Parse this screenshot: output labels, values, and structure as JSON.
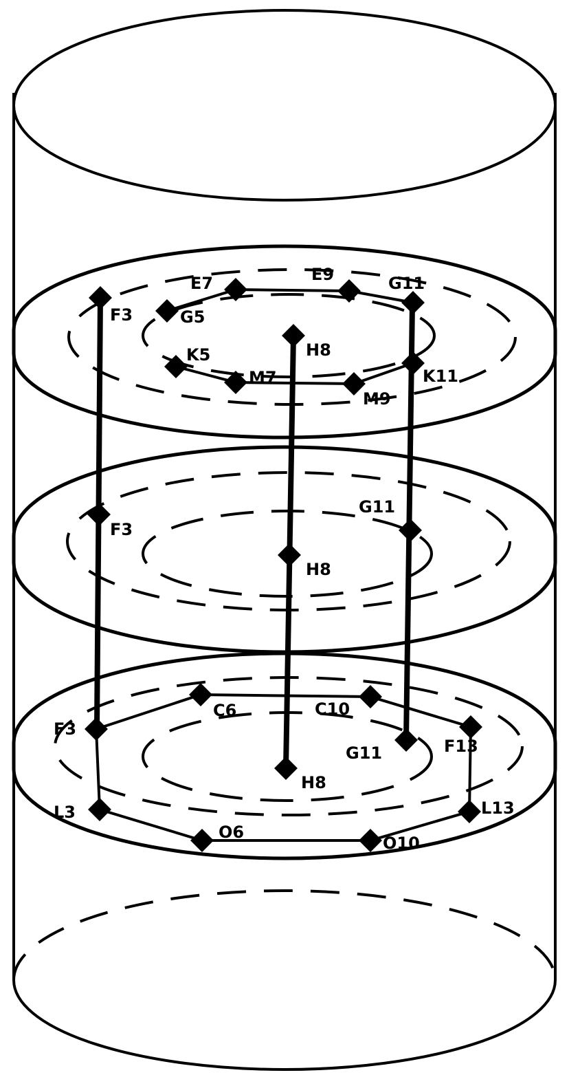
{
  "layers": [
    {
      "id": "top",
      "outer_ring": [
        {
          "id": "F3",
          "label": "F3"
        },
        {
          "id": "E7",
          "label": "E7"
        },
        {
          "id": "E9",
          "label": "E9"
        },
        {
          "id": "G11",
          "label": "G11"
        },
        {
          "id": "K11",
          "label": "K11"
        },
        {
          "id": "M9",
          "label": "M9"
        },
        {
          "id": "M7",
          "label": "M7"
        },
        {
          "id": "K5",
          "label": "K5"
        },
        {
          "id": "G5",
          "label": "G5"
        }
      ],
      "center": {
        "id": "H8",
        "label": "H8"
      }
    },
    {
      "id": "middle",
      "points": [
        {
          "id": "F3",
          "label": "F3"
        },
        {
          "id": "G11",
          "label": "G11"
        },
        {
          "id": "H8",
          "label": "H8"
        }
      ]
    },
    {
      "id": "bottom",
      "points": [
        {
          "id": "F3",
          "label": "F3"
        },
        {
          "id": "C6",
          "label": "C6"
        },
        {
          "id": "C10",
          "label": "C10"
        },
        {
          "id": "F13",
          "label": "F13"
        },
        {
          "id": "G11",
          "label": "G11"
        },
        {
          "id": "H8",
          "label": "H8"
        },
        {
          "id": "L13",
          "label": "L13"
        },
        {
          "id": "O10",
          "label": "O10"
        },
        {
          "id": "O6",
          "label": "O6"
        },
        {
          "id": "L3",
          "label": "L3"
        }
      ]
    }
  ],
  "connections": [
    {
      "label": "F3"
    },
    {
      "label": "H8"
    },
    {
      "label": "G11"
    }
  ]
}
